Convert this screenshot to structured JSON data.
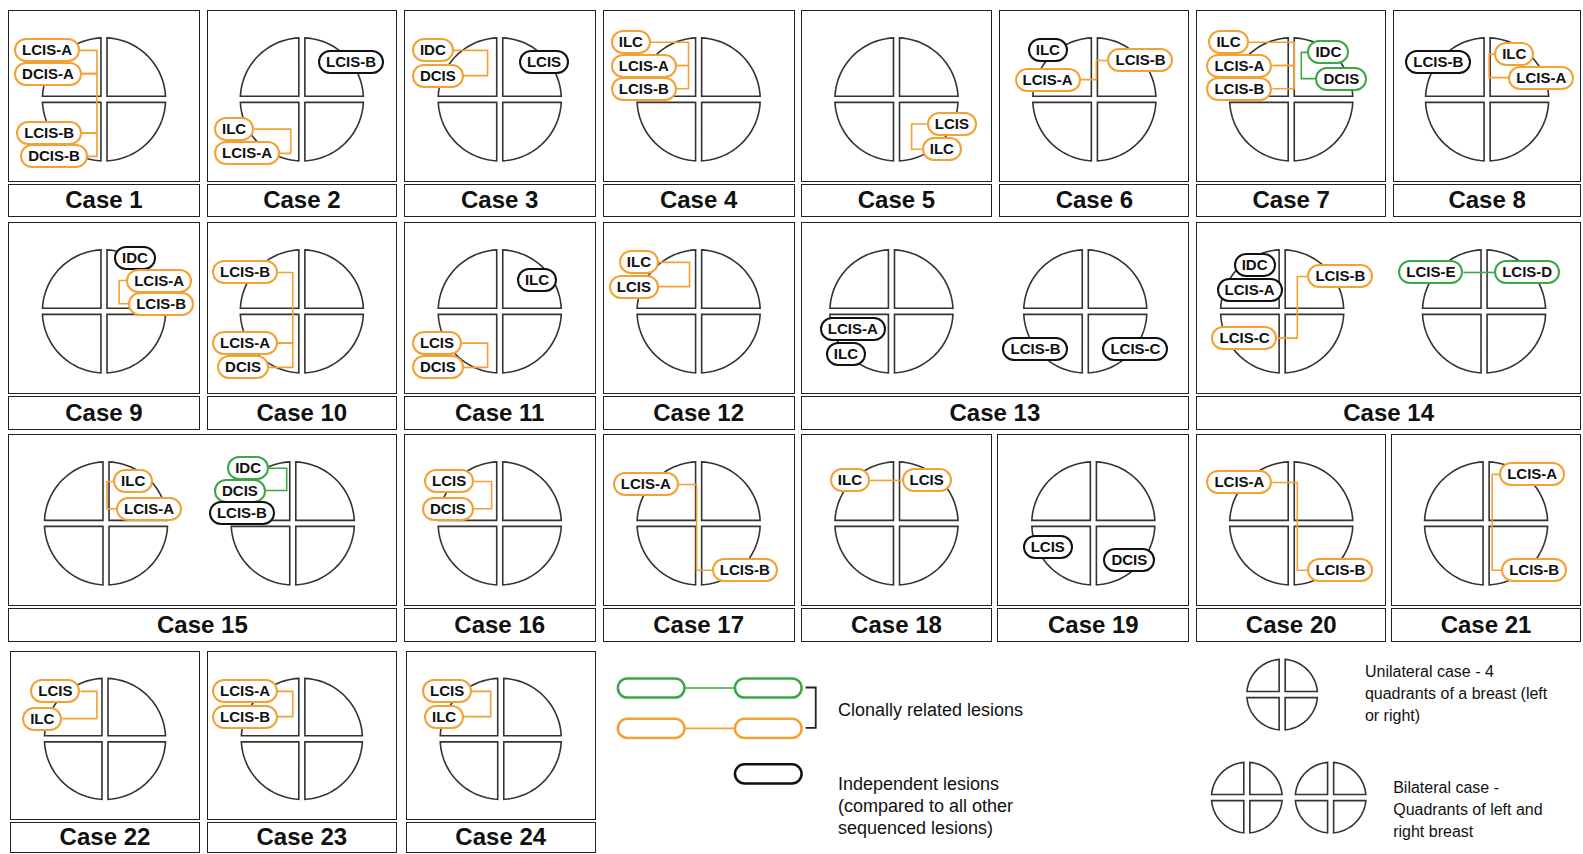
{
  "diagram": {
    "nodes": [
      {
        "text": [
          "Case 1"
        ]
      },
      {
        "text": [
          "LCIS-A"
        ],
        "in": 0
      },
      {
        "text": [
          "DCIS-A"
        ],
        "in": 0
      },
      {
        "text": [
          "LCIS-B"
        ],
        "in": 0
      },
      {
        "text": [
          "DCIS-B"
        ],
        "in": 0
      },
      {
        "text": [
          "Case 2"
        ]
      },
      {
        "text": [
          "LCIS-B"
        ],
        "in": 5
      },
      {
        "text": [
          "ILC"
        ],
        "in": 5
      },
      {
        "text": [
          "LCIS-A"
        ],
        "in": 5
      },
      {
        "text": [
          "Case 3"
        ]
      },
      {
        "text": [
          "IDC"
        ],
        "in": 9
      },
      {
        "text": [
          "DCIS"
        ],
        "in": 9
      },
      {
        "text": [
          "LCIS"
        ],
        "in": 9
      },
      {
        "text": [
          "Case 4"
        ]
      },
      {
        "text": [
          "ILC"
        ],
        "in": 13
      },
      {
        "text": [
          "LCIS-A"
        ],
        "in": 13
      },
      {
        "text": [
          "LCIS-B"
        ],
        "in": 13
      },
      {
        "text": [
          "Case 5"
        ]
      },
      {
        "text": [
          "LCIS"
        ],
        "in": 17
      },
      {
        "text": [
          "ILC"
        ],
        "in": 17
      },
      {
        "text": [
          "Case 6"
        ]
      },
      {
        "text": [
          "ILC"
        ],
        "in": 20
      },
      {
        "text": [
          "LCIS-B"
        ],
        "in": 20
      },
      {
        "text": [
          "LCIS-A"
        ],
        "in": 20
      },
      {
        "text": [
          "Case 7"
        ]
      },
      {
        "text": [
          "ILC"
        ],
        "in": 24
      },
      {
        "text": [
          "IDC"
        ],
        "in": 24
      },
      {
        "text": [
          "LCIS-A"
        ],
        "in": 24
      },
      {
        "text": [
          "DCIS"
        ],
        "in": 24
      },
      {
        "text": [
          "LCIS-B"
        ],
        "in": 24
      },
      {
        "text": [
          "Case 8"
        ]
      },
      {
        "text": [
          "ILC"
        ],
        "in": 30
      },
      {
        "text": [
          "LCIS-B"
        ],
        "in": 30
      },
      {
        "text": [
          "LCIS-A"
        ],
        "in": 30
      },
      {
        "text": [
          "Case 9"
        ]
      },
      {
        "text": [
          "IDC"
        ],
        "in": 34
      },
      {
        "text": [
          "LCIS-A"
        ],
        "in": 34
      },
      {
        "text": [
          "LCIS-B"
        ],
        "in": 34
      },
      {
        "text": [
          "Case 10"
        ]
      },
      {
        "text": [
          "LCIS-B"
        ],
        "in": 38
      },
      {
        "text": [
          "LCIS-A"
        ],
        "in": 38
      },
      {
        "text": [
          "DCIS"
        ],
        "in": 38
      },
      {
        "text": [
          "Case 11"
        ]
      },
      {
        "text": [
          "ILC"
        ],
        "in": 42
      },
      {
        "text": [
          "LCIS"
        ],
        "in": 42
      },
      {
        "text": [
          "DCIS"
        ],
        "in": 42
      },
      {
        "text": [
          "Case 12"
        ]
      },
      {
        "text": [
          "ILC"
        ],
        "in": 46
      },
      {
        "text": [
          "LCIS"
        ],
        "in": 46
      },
      {
        "text": [
          "Case 13"
        ]
      },
      {
        "text": [
          "LCIS-A"
        ],
        "in": 49
      },
      {
        "text": [
          "ILC"
        ],
        "in": 49
      },
      {
        "text": [
          "LCIS-B"
        ],
        "in": 49
      },
      {
        "text": [
          "LCIS-C"
        ],
        "in": 49
      },
      {
        "text": [
          "Case 14"
        ]
      },
      {
        "text": [
          "IDC"
        ],
        "in": 54
      },
      {
        "text": [
          "LCIS-B"
        ],
        "in": 54
      },
      {
        "text": [
          "LCIS-A"
        ],
        "in": 54
      },
      {
        "text": [
          "LCIS-C"
        ],
        "in": 54
      },
      {
        "text": [
          "LCIS-E"
        ],
        "in": 54
      },
      {
        "text": [
          "LCIS-D"
        ],
        "in": 54
      },
      {
        "text": [
          "Case 15"
        ]
      },
      {
        "text": [
          "ILC"
        ],
        "in": 61
      },
      {
        "text": [
          "LCIS-A"
        ],
        "in": 61
      },
      {
        "text": [
          "IDC"
        ],
        "in": 61
      },
      {
        "text": [
          "DCIS"
        ],
        "in": 61
      },
      {
        "text": [
          "LCIS-B"
        ],
        "in": 61
      },
      {
        "text": [
          "Case 16"
        ]
      },
      {
        "text": [
          "LCIS"
        ],
        "in": 67
      },
      {
        "text": [
          "DCIS"
        ],
        "in": 67
      },
      {
        "text": [
          "Case 17"
        ]
      },
      {
        "text": [
          "LCIS-A"
        ],
        "in": 70
      },
      {
        "text": [
          "LCIS-B"
        ],
        "in": 70
      },
      {
        "text": [
          "Case 18"
        ]
      },
      {
        "text": [
          "ILC"
        ],
        "in": 73
      },
      {
        "text": [
          "LCIS"
        ],
        "in": 73
      },
      {
        "text": [
          "Case 19"
        ]
      },
      {
        "text": [
          "LCIS"
        ],
        "in": 76
      },
      {
        "text": [
          "DCIS"
        ],
        "in": 76
      },
      {
        "text": [
          "Case 20"
        ]
      },
      {
        "text": [
          "LCIS-A"
        ],
        "in": 79
      },
      {
        "text": [
          "LCIS-B"
        ],
        "in": 79
      },
      {
        "text": [
          "Case 21"
        ]
      },
      {
        "text": [
          "LCIS-A"
        ],
        "in": 82
      },
      {
        "text": [
          "LCIS-B"
        ],
        "in": 82
      },
      {
        "text": [
          "Case 22"
        ]
      },
      {
        "text": [
          "LCIS"
        ],
        "in": 85
      },
      {
        "text": [
          "ILC"
        ],
        "in": 85
      },
      {
        "text": [
          "Case 23"
        ]
      },
      {
        "text": [
          "LCIS-A"
        ],
        "in": 88
      },
      {
        "text": [
          "LCIS-B"
        ],
        "in": 88
      },
      {
        "text": [
          "Case 24"
        ]
      },
      {
        "text": [
          "LCIS"
        ],
        "in": 91
      },
      {
        "text": [
          "ILC"
        ],
        "in": 91
      }
    ],
    "edges": [
      {
        "from": 1,
        "to": 2,
        "arrow": "none"
      },
      {
        "from": 2,
        "to": 3,
        "arrow": "none"
      },
      {
        "from": 3,
        "to": 4,
        "arrow": "none"
      },
      {
        "from": 7,
        "to": 8,
        "arrow": "none"
      },
      {
        "from": 10,
        "to": 11,
        "arrow": "none"
      },
      {
        "from": 14,
        "to": 15,
        "arrow": "none"
      },
      {
        "from": 15,
        "to": 16,
        "arrow": "none"
      },
      {
        "from": 18,
        "to": 19,
        "arrow": "none"
      },
      {
        "from": 23,
        "to": 22,
        "arrow": "none"
      },
      {
        "from": 25,
        "to": 27,
        "arrow": "none"
      },
      {
        "from": 27,
        "to": 29,
        "arrow": "none"
      },
      {
        "from": 26,
        "to": 28,
        "arrow": "none"
      },
      {
        "from": 31,
        "to": 33,
        "arrow": "none"
      },
      {
        "from": 36,
        "to": 37,
        "arrow": "none"
      },
      {
        "from": 39,
        "to": 40,
        "arrow": "none"
      },
      {
        "from": 40,
        "to": 41,
        "arrow": "none"
      },
      {
        "from": 44,
        "to": 45,
        "arrow": "none"
      },
      {
        "from": 47,
        "to": 48,
        "arrow": "none"
      },
      {
        "from": 56,
        "to": 58,
        "arrow": "none"
      },
      {
        "from": 59,
        "to": 60,
        "arrow": "none"
      },
      {
        "from": 62,
        "to": 63,
        "arrow": "none"
      },
      {
        "from": 64,
        "to": 65,
        "arrow": "none"
      },
      {
        "from": 68,
        "to": 69,
        "arrow": "none"
      },
      {
        "from": 71,
        "to": 72,
        "arrow": "none"
      },
      {
        "from": 74,
        "to": 75,
        "arrow": "none"
      },
      {
        "from": 80,
        "to": 81,
        "arrow": "none"
      },
      {
        "from": 83,
        "to": 84,
        "arrow": "none"
      },
      {
        "from": 86,
        "to": 87,
        "arrow": "none"
      },
      {
        "from": 89,
        "to": 90,
        "arrow": "none"
      },
      {
        "from": 92,
        "to": 93,
        "arrow": "none"
      }
    ],
    "legend": [
      {
        "text": "Clonally related lesions"
      },
      {
        "text": "Independent lesions (compared to all other sequenced lesions)"
      },
      {
        "text": "Unilateral case - 4 quadrants of a breast (left or right)"
      },
      {
        "text": "Bilateral case - Quadrants of left and right breast"
      }
    ]
  }
}
